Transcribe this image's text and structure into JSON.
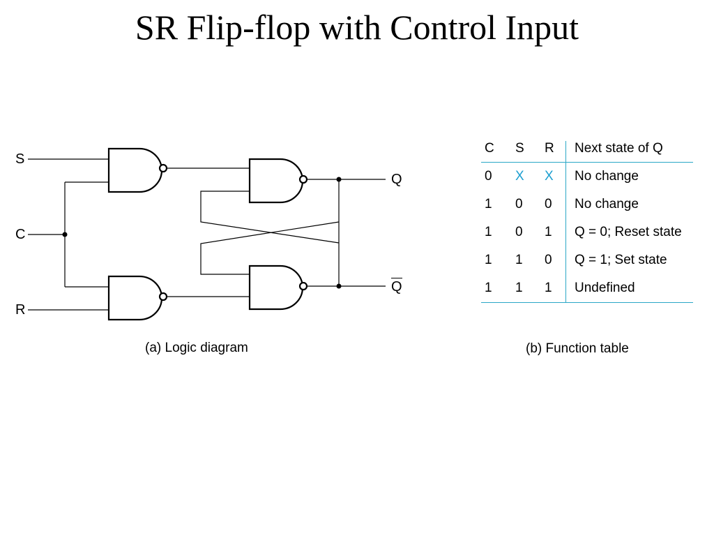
{
  "title": "SR Flip-flop with Control Input",
  "diagram": {
    "caption": "(a) Logic diagram",
    "labels": {
      "s": "S",
      "c": "C",
      "r": "R",
      "q": "Q",
      "q_bar": "Q"
    }
  },
  "function_table": {
    "caption": "(b) Function table",
    "headers": [
      "C",
      "S",
      "R",
      "Next state of Q"
    ],
    "rows": [
      [
        "0",
        "X",
        "X",
        "No change"
      ],
      [
        "1",
        "0",
        "0",
        "No change"
      ],
      [
        "1",
        "0",
        "1",
        "Q = 0; Reset state"
      ],
      [
        "1",
        "1",
        "0",
        "Q = 1; Set state"
      ],
      [
        "1",
        "1",
        "1",
        "Undefined"
      ]
    ],
    "highlight_color": "#1e9fd0",
    "rule_color": "#2aa7c7"
  }
}
